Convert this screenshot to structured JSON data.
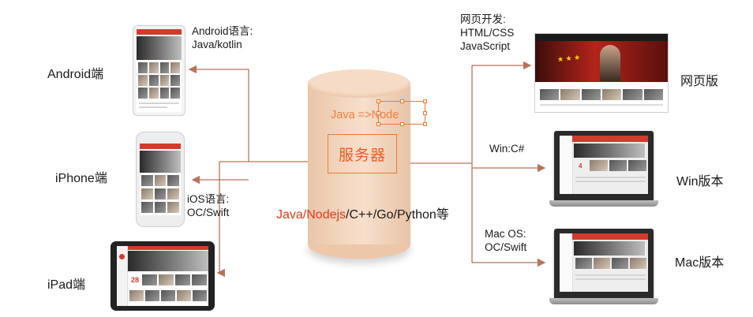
{
  "center": {
    "server_label": "服务器",
    "java_node": "Java =>Node",
    "languages_red": "Java/Nodejs",
    "languages_rest": "/C++/Go/Python等"
  },
  "left": {
    "android": {
      "title": "Android端",
      "note": "Android语言:\nJava/kotlin"
    },
    "iphone": {
      "title": "iPhone端",
      "note": "iOS语言:\nOC/Swift"
    },
    "ipad": {
      "title": "iPad端"
    }
  },
  "right": {
    "web": {
      "title": "网页版",
      "note": "网页开发:\nHTML/CSS\nJavaScript"
    },
    "win": {
      "title": "Win版本",
      "note": "Win:C#"
    },
    "mac": {
      "title": "Mac版本",
      "note": "Mac OS:\nOC/Swift"
    }
  },
  "colors": {
    "connector": "#b8735a",
    "accent_red": "#e63a1c",
    "app_red": "#d33b2c"
  }
}
